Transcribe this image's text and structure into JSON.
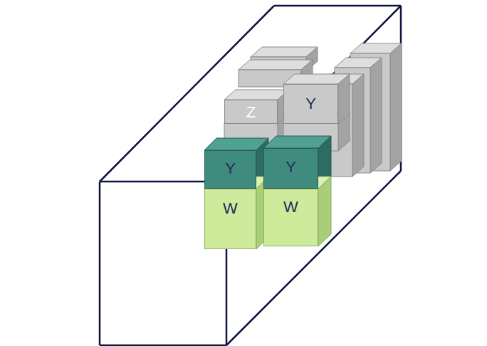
{
  "diagram": {
    "nodes": [
      {
        "text": [
          "Z"
        ]
      },
      {
        "text": [
          "Y"
        ]
      },
      {
        "text": [
          "Y"
        ]
      },
      {
        "text": [
          "Y"
        ]
      },
      {
        "text": [
          "W"
        ]
      },
      {
        "text": [
          "W"
        ]
      }
    ]
  }
}
